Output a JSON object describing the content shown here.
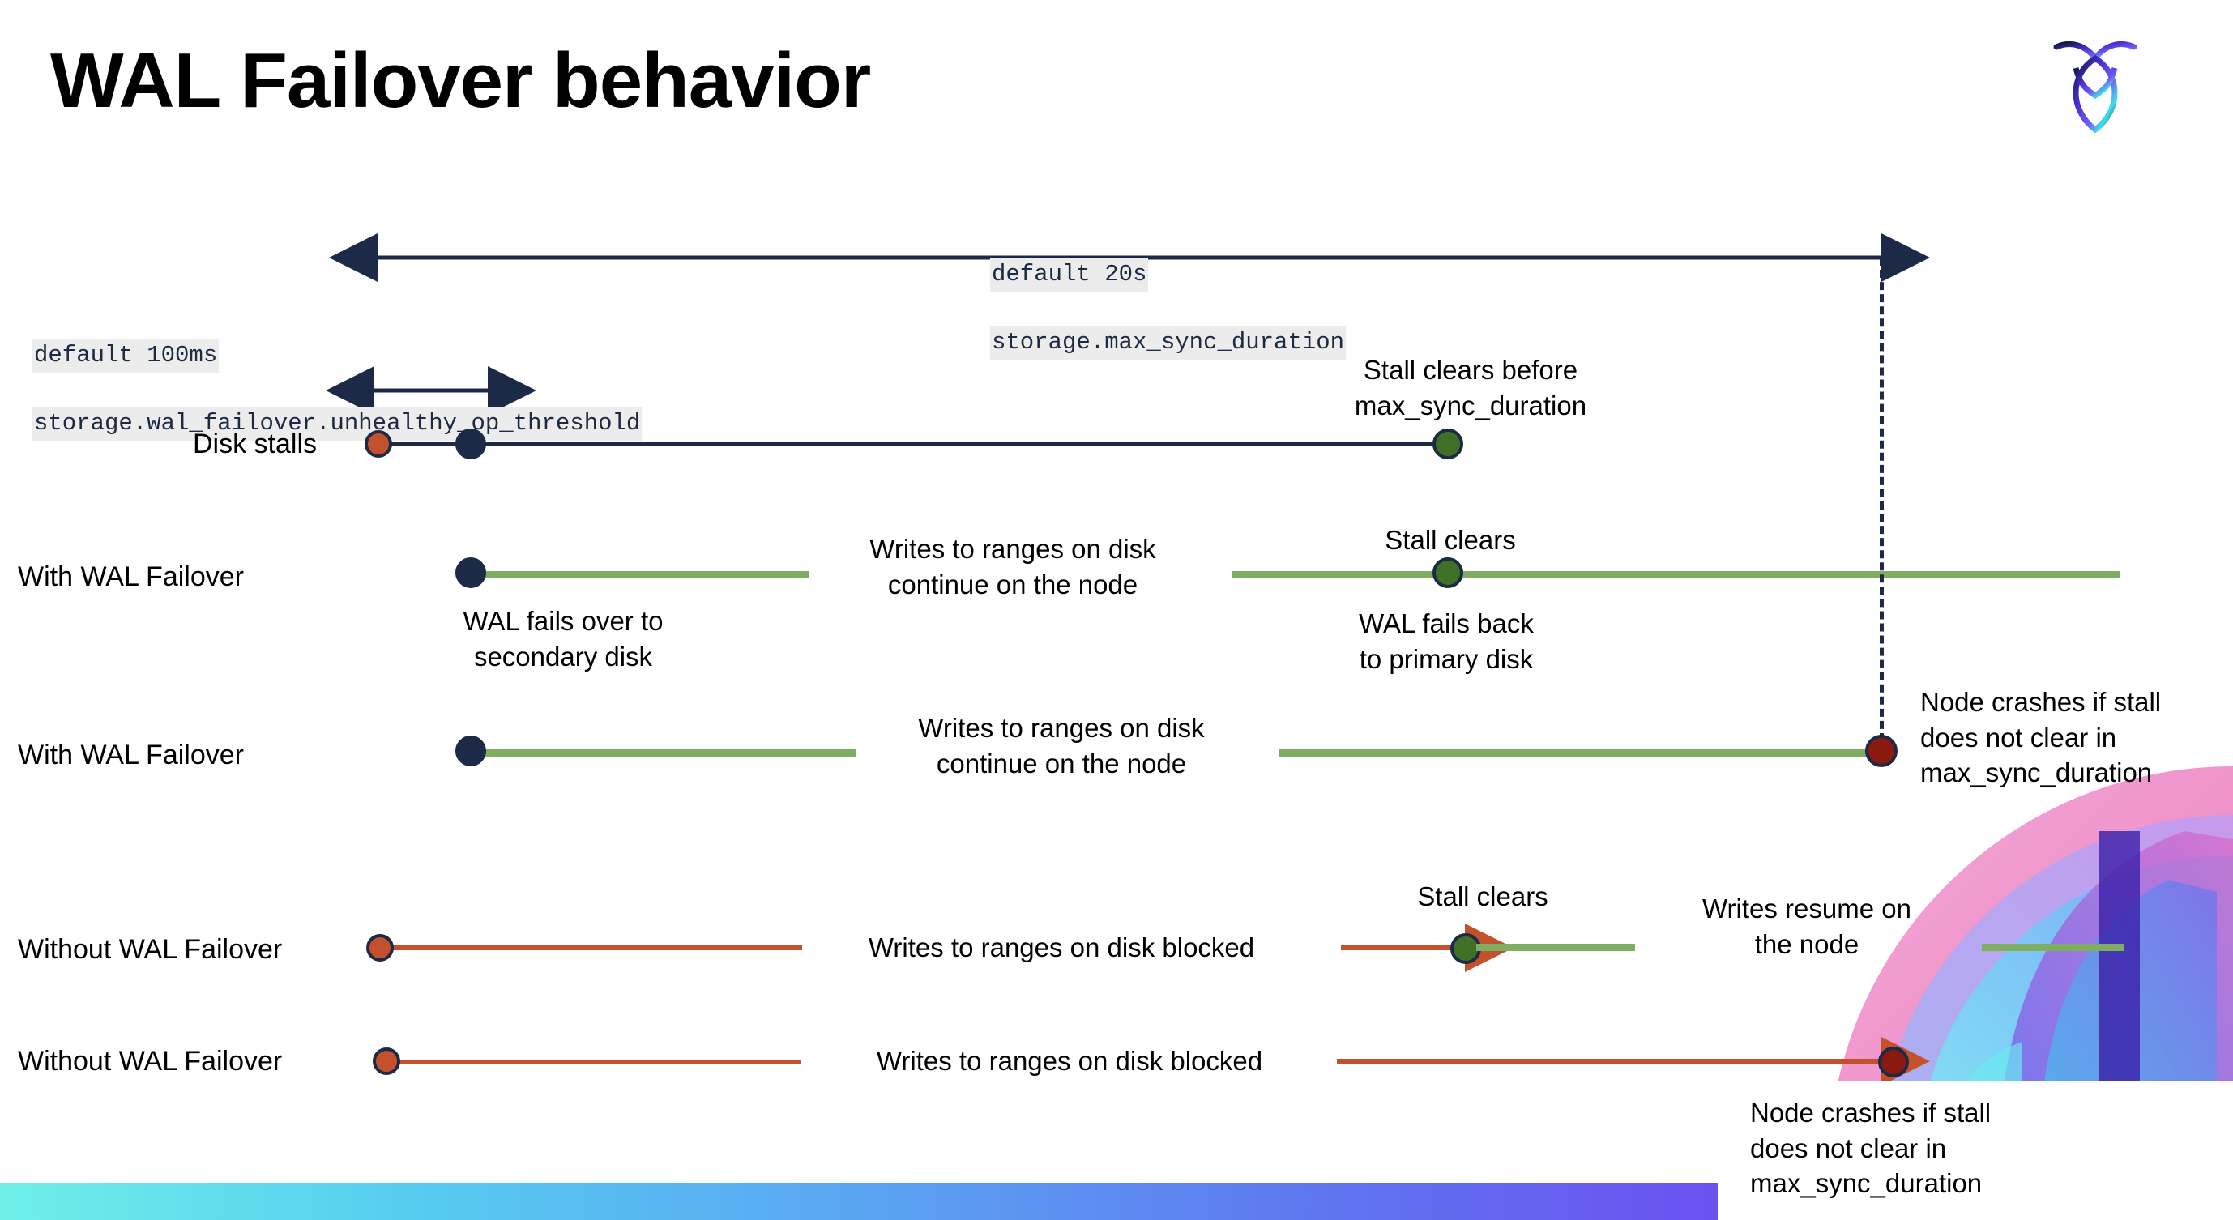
{
  "slide": {
    "title": "WAL Failover behavior",
    "logo_name": "cockroachdb-logo"
  },
  "diagram": {
    "top_measure": {
      "label_line1": "default 20s",
      "label_line2": "storage.max_sync_duration"
    },
    "threshold_measure": {
      "label_line1": "default 100ms",
      "label_line2": "storage.wal_failover.unhealthy_op_threshold"
    },
    "rows": [
      {
        "label": "Disk stalls",
        "annotations": [
          "Stall clears before\nmax_sync_duration"
        ]
      },
      {
        "label": "With WAL Failover",
        "annotations": [
          "Writes to ranges on disk\ncontinue on the node",
          "Stall clears",
          "WAL fails over to\nsecondary disk",
          "WAL fails  back\nto primary disk"
        ]
      },
      {
        "label": "With WAL Failover",
        "annotations": [
          "Writes to ranges on disk\ncontinue on the node",
          "Node crashes if stall\ndoes not clear in\nmax_sync_duration"
        ]
      },
      {
        "label": "Without WAL Failover",
        "annotations": [
          "Writes to ranges on disk  blocked",
          "Stall clears",
          "Writes resume on\nthe node"
        ]
      },
      {
        "label": "Without WAL Failover",
        "annotations": [
          "Writes to ranges on disk  blocked",
          "Node crashes if stall\ndoes not clear in\nmax_sync_duration"
        ]
      }
    ]
  },
  "colors": {
    "navy": "#1d2a47",
    "green_line": "#7fae62",
    "green_dot": "#3f7026",
    "orange": "#c4512e",
    "dark_red": "#8a1a10",
    "code_bg": "#ececec"
  }
}
